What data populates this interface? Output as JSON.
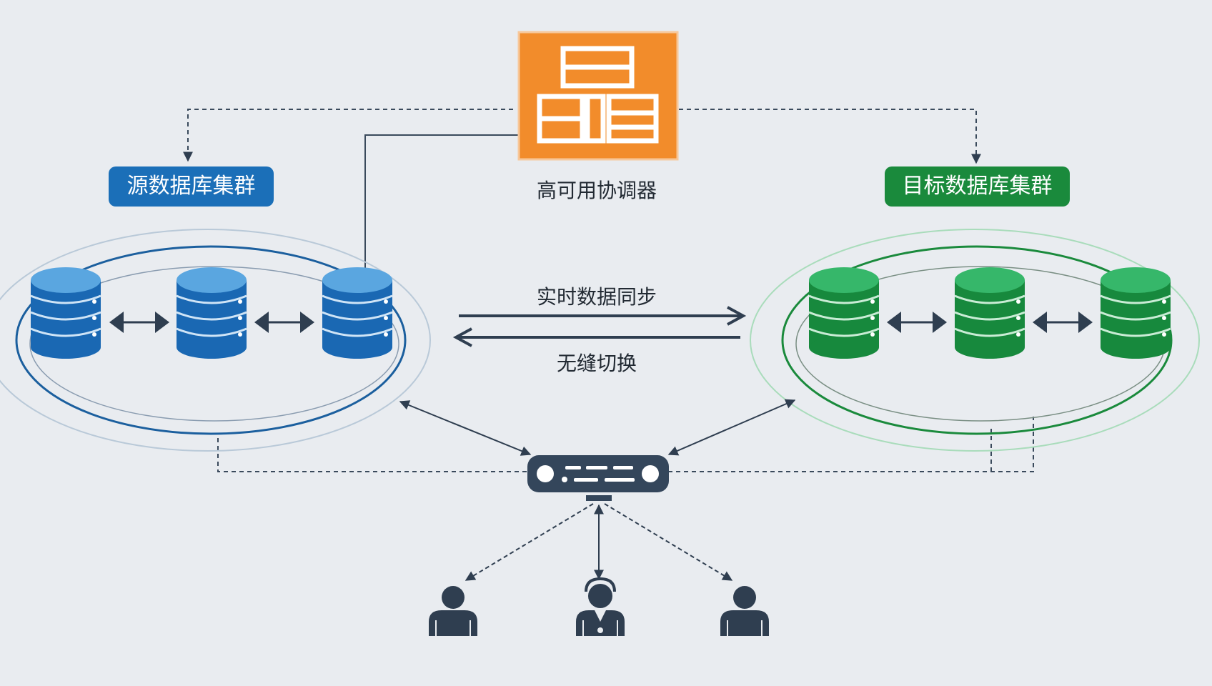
{
  "coordinator": {
    "label": "高可用协调器",
    "icon": "server-document-icon",
    "color": "#f28c2b"
  },
  "source_cluster": {
    "label": "源数据库集群",
    "color": "#1b6fb8",
    "nodes": [
      "database-icon",
      "database-icon",
      "database-icon"
    ]
  },
  "target_cluster": {
    "label": "目标数据库集群",
    "color": "#1a8a3c",
    "nodes": [
      "database-icon",
      "database-icon",
      "database-icon"
    ]
  },
  "links": {
    "sync_label": "实时数据同步",
    "switch_label": "无缝切换"
  },
  "router": {
    "icon": "network-switch-icon",
    "color": "#3a4a5c"
  },
  "users": [
    "user-icon",
    "support-agent-icon",
    "user-icon"
  ]
}
